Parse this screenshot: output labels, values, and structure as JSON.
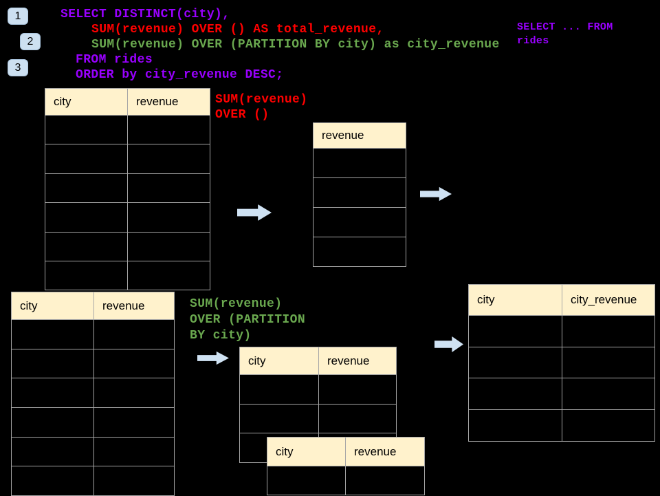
{
  "colors": {
    "background": "#000000",
    "sql_purple": "#9900ff",
    "sql_red": "#ff0000",
    "sql_green": "#6aa84f",
    "table_header_fill": "#fff2cc",
    "table_border": "#a6a6a6",
    "arrow_fill": "#cfe2f3",
    "badge_fill": "#cde0f1"
  },
  "badges": [
    {
      "label": "1"
    },
    {
      "label": "2"
    },
    {
      "label": "3"
    }
  ],
  "sql_code": {
    "lines": [
      {
        "text": "SELECT DISTINCT(city),",
        "color": "#9900ff"
      },
      {
        "text": "SUM(revenue) OVER () AS total_revenue,",
        "color": "#ff0000"
      },
      {
        "text": "SUM(revenue) OVER (PARTITION BY city) as city_revenue",
        "color": "#6aa84f"
      },
      {
        "text": "FROM rides",
        "color": "#9900ff"
      },
      {
        "text": "ORDER by city_revenue DESC;",
        "color": "#9900ff"
      }
    ]
  },
  "side_note": {
    "color": "#9900ff",
    "lines": [
      "SELECT ... FROM",
      "rides"
    ]
  },
  "annotation_total": {
    "color": "#ff0000",
    "lines": [
      "SUM(revenue)",
      "OVER ()"
    ]
  },
  "annotation_partition": {
    "color": "#6aa84f",
    "lines": [
      "SUM(revenue)",
      "OVER (PARTITION",
      "BY city)"
    ]
  },
  "tables": {
    "source_top": {
      "headers": [
        "city",
        "revenue"
      ],
      "empty_rows": 6
    },
    "total_revenue": {
      "headers": [
        "revenue"
      ],
      "empty_rows": 4
    },
    "source_bottom": {
      "headers": [
        "city",
        "revenue"
      ],
      "empty_rows": 6
    },
    "partition_step": {
      "headers": [
        "city",
        "revenue"
      ],
      "empty_rows": 3
    },
    "partition_overlay": {
      "headers": [
        "city",
        "revenue"
      ],
      "empty_rows": 1
    },
    "city_revenue_result": {
      "headers": [
        "city",
        "city_revenue"
      ],
      "empty_rows": 4
    }
  }
}
